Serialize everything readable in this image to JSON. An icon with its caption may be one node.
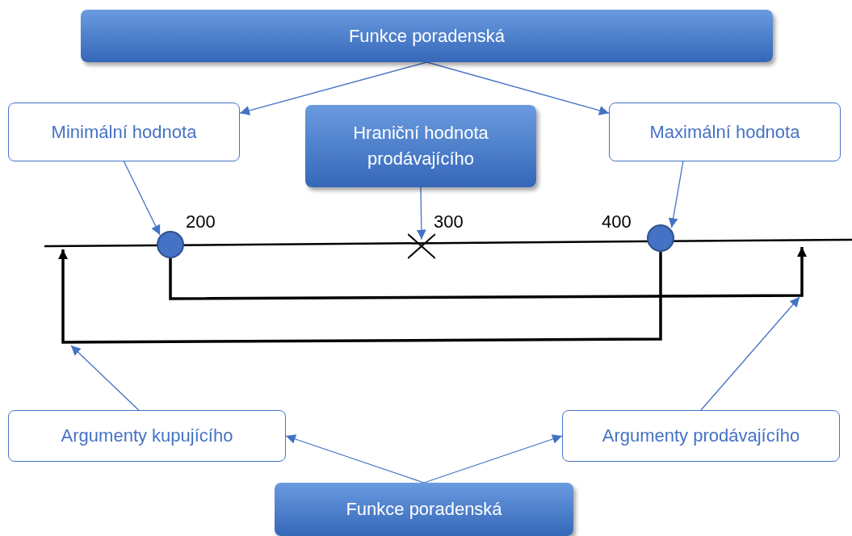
{
  "diagram": {
    "nodes": [
      {
        "text": [
          "Funkce poradenská"
        ]
      },
      {
        "text": [
          "Minimální hodnota"
        ]
      },
      {
        "text": [
          "Hraniční hodnota prodávajícího"
        ]
      },
      {
        "text": [
          "Maximální hodnota"
        ]
      },
      {
        "text": [],
        "shape": "circle",
        "beside": [
          "200"
        ]
      },
      {
        "text": [],
        "shape": "cross",
        "beside": [
          "300"
        ]
      },
      {
        "text": [],
        "shape": "circle",
        "beside": [
          "400"
        ]
      },
      {
        "text": [
          "Argumenty kupujícího"
        ]
      },
      {
        "text": [
          "Argumenty prodávajícího"
        ]
      },
      {
        "text": [
          "Funkce poradenská"
        ]
      }
    ],
    "edges": [
      {
        "from": 0,
        "to": 1,
        "arrow": "to"
      },
      {
        "from": 0,
        "to": 3,
        "arrow": "to"
      },
      {
        "from": 1,
        "to": 4,
        "arrow": "to"
      },
      {
        "from": 2,
        "to": 5,
        "arrow": "to"
      },
      {
        "from": 3,
        "to": 6,
        "arrow": "to"
      },
      {
        "from": 4,
        "to": null,
        "arrow": "to",
        "style": "thick",
        "color": "#000000"
      },
      {
        "from": 6,
        "to": null,
        "arrow": "to",
        "style": "thick",
        "color": "#000000"
      },
      {
        "from": 7,
        "to": null,
        "arrow": "to"
      },
      {
        "from": 8,
        "to": null,
        "arrow": "to"
      },
      {
        "from": 9,
        "to": 7,
        "arrow": "to"
      },
      {
        "from": 9,
        "to": 8,
        "arrow": "to"
      }
    ]
  }
}
